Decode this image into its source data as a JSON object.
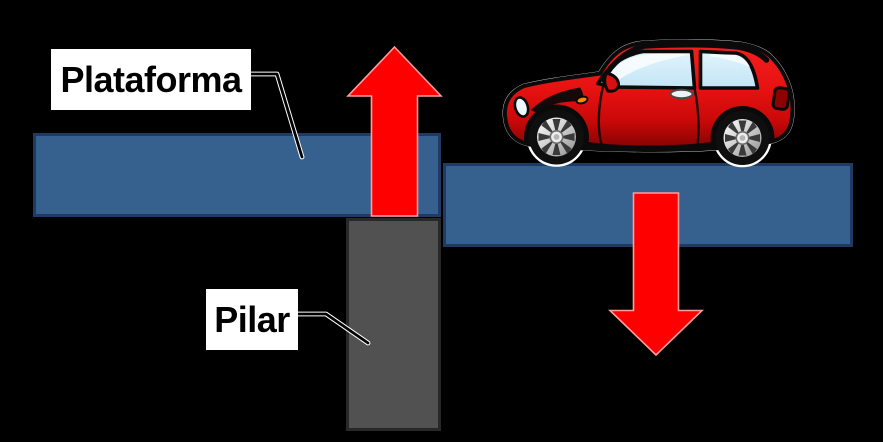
{
  "diagram": {
    "type": "physics-illustration",
    "description": "Platform resting on a pillar with a car on the overhanging right side; red arrows show upward reaction force at the pillar and downward load under the car",
    "labels": {
      "platform": "Plataforma",
      "pillar": "Pilar"
    },
    "elements": {
      "platform_left_segment": "platform beam left of pillar (higher)",
      "platform_right_segment": "platform beam overhang with car (lower)",
      "pillar": "support column",
      "up_arrow": "upward force arrow at pillar",
      "down_arrow": "downward force arrow under car",
      "car": "red cartoon car facing left"
    },
    "colors": {
      "background": "#000000",
      "platform_fill": "#36618e",
      "platform_border": "#1f3b63",
      "pillar_fill": "#515151",
      "pillar_border": "#282828",
      "arrow_fill": "#fe0000",
      "arrow_edge": "#ff9d9d",
      "label_bg": "#ffffff",
      "label_text": "#000000",
      "leader_casing": "#ffffff",
      "leader_core": "#000000",
      "car_body": "#ee1111",
      "car_body_dark": "#9c0505",
      "car_window": "#cdeafa",
      "car_outline": "#0a0a0a",
      "car_signal": "#ff8a00",
      "car_taillight": "#a00000"
    }
  }
}
